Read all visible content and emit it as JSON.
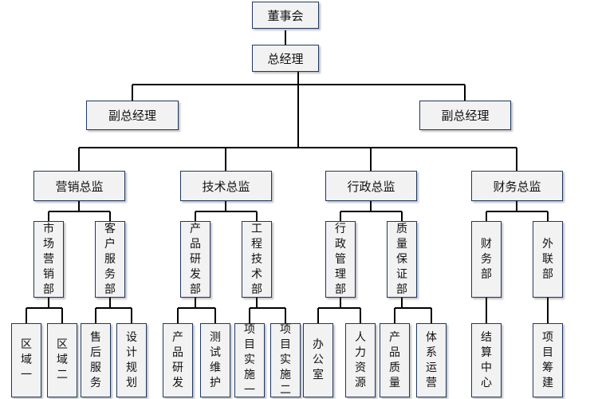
{
  "colors": {
    "border": "#1f3864",
    "fill": "#f2f2f2",
    "line": "#000000"
  },
  "org": {
    "board": "董事会",
    "gm": "总经理",
    "vgm_left": "副总经理",
    "vgm_right": "副总经理",
    "directors": {
      "marketing": "营销总监",
      "tech": "技术总监",
      "admin": "行政总监",
      "finance": "财务总监"
    },
    "departments": {
      "market": "市场营销部",
      "customer": "客户服务部",
      "rnd": "产品研发部",
      "engineering": "工程技术部",
      "admin_mgmt": "行政管理部",
      "quality": "质量保证部",
      "finance_dept": "财务部",
      "external": "外联部"
    },
    "units": {
      "zone1": "区域一",
      "zone2": "区域二",
      "aftersale": "售后服务",
      "design": "设计规划",
      "product_dev": "产品研发",
      "test_maint": "测试维护",
      "impl1": "项目实施一",
      "impl2": "项目实施二",
      "office": "办公室",
      "hr": "人力资源",
      "product_quality": "产品质量",
      "system_ops": "体系运营",
      "settlement": "结算中心",
      "raise": "项目筹建"
    }
  }
}
